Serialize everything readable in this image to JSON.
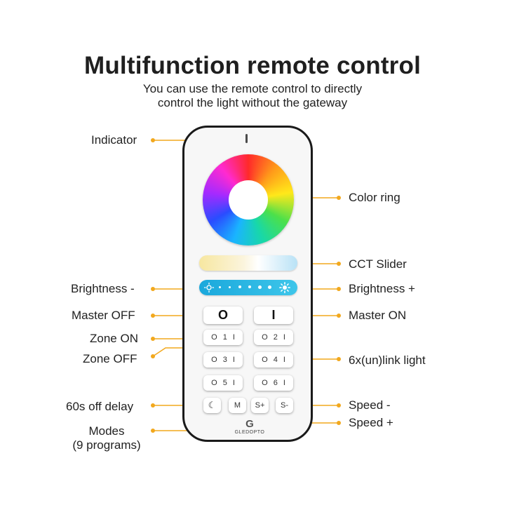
{
  "header": {
    "title": "Multifunction remote control",
    "subtitle_line1": "You can use the remote control to directly",
    "subtitle_line2": "control the light without the gateway"
  },
  "labels": {
    "indicator": "Indicator",
    "color_ring": "Color ring",
    "cct_slider": "CCT Slider",
    "brightness_minus": "Brightness -",
    "brightness_plus": "Brightness +",
    "master_off": "Master OFF",
    "master_on": "Master ON",
    "zone_on": "Zone ON",
    "zone_off": "Zone OFF",
    "link_light": "6x(un)link light",
    "off_delay": "60s off delay",
    "speed_minus": "Speed -",
    "speed_plus": "Speed +",
    "modes_line1": "Modes",
    "modes_line2": "(9 programs)"
  },
  "remote": {
    "master_off_symbol": "O",
    "master_on_symbol": "I",
    "zones": [
      {
        "off": "O",
        "num": "1",
        "on": "I"
      },
      {
        "off": "O",
        "num": "2",
        "on": "I"
      },
      {
        "off": "O",
        "num": "3",
        "on": "I"
      },
      {
        "off": "O",
        "num": "4",
        "on": "I"
      },
      {
        "off": "O",
        "num": "5",
        "on": "I"
      },
      {
        "off": "O",
        "num": "6",
        "on": "I"
      }
    ],
    "moon_symbol": "☾",
    "mode_button": "M",
    "speed_plus_button": "S+",
    "speed_minus_button": "S-",
    "brand": "GLEDOPTO",
    "brand_mark": "G"
  },
  "colors": {
    "callout": "#f2a81d",
    "remote_outline": "#1a1a1a",
    "brightness_slider": "#2ab8e4"
  }
}
